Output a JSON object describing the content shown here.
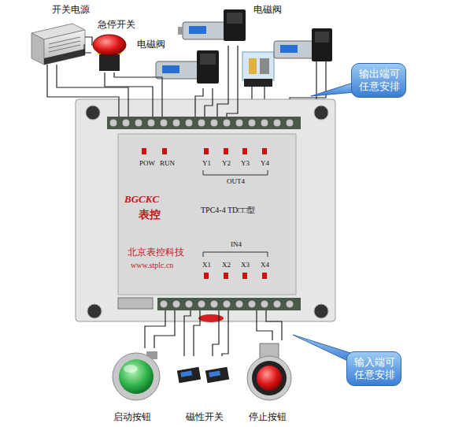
{
  "diagram": {
    "nodes": [
      {
        "text": [
          "开关电源"
        ]
      },
      {
        "text": [
          "急停开关"
        ]
      },
      {
        "text": [
          "电磁阀"
        ]
      },
      {
        "text": [
          "电磁阀"
        ]
      },
      {
        "text": [
          "输出端可任意安排"
        ]
      },
      {
        "text": [
          "TPC4-4 TD□□型"
        ]
      },
      {
        "text": [
          "输入端可任意安排"
        ]
      },
      {
        "text": [
          "启动按钮"
        ]
      },
      {
        "text": [
          "磁性开关"
        ]
      },
      {
        "text": [
          "停止按钮"
        ]
      }
    ],
    "edges": [
      {
        "from": 0,
        "to": 1,
        "arrow": "none"
      },
      {
        "from": 0,
        "to": 5,
        "arrow": "none"
      },
      {
        "from": 1,
        "to": 5,
        "arrow": "none"
      },
      {
        "from": 3,
        "to": 5,
        "arrow": "none"
      },
      {
        "from": 2,
        "to": 5,
        "arrow": "none"
      },
      {
        "from": 7,
        "to": 5,
        "arrow": "none"
      },
      {
        "from": 8,
        "to": 5,
        "arrow": "none"
      },
      {
        "from": 9,
        "to": 5,
        "arrow": "none"
      }
    ],
    "labels": [
      "POW",
      "RUN",
      "Y1",
      "Y2",
      "Y3",
      "Y4",
      "OUT4",
      "BGCKC",
      "表控",
      "北京表控科技",
      "www.stplc.cn",
      "IN4",
      "X1",
      "X2",
      "X3",
      "X4"
    ]
  }
}
